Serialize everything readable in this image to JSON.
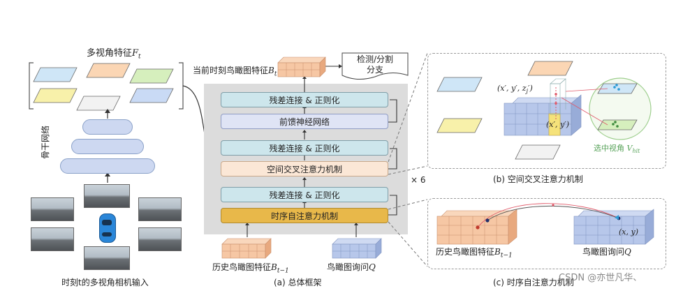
{
  "left": {
    "multiview_features_label": "多视角特征",
    "multiview_features_symbol": "F",
    "multiview_features_sub": "t",
    "backbone_label": "骨干网络",
    "camera_input_caption": "时刻t的多视角相机输入"
  },
  "center": {
    "current_bev_label": "当前时刻鸟瞰图特征",
    "current_bev_symbol": "B",
    "current_bev_sub": "t",
    "head_label_line1": "检测/分割",
    "head_label_line2": "分支",
    "blocks": [
      "残差连接 & 正则化",
      "前馈神经网络",
      "残差连接 & 正则化",
      "空间交叉注意力机制",
      "残差连接 & 正则化",
      "时序自注意力机制"
    ],
    "repeat_label": "× 6",
    "history_bev_label": "历史鸟瞰图特征",
    "history_bev_symbol": "B",
    "history_bev_sub": "t−1",
    "bev_query_label": "鸟瞰图询问",
    "bev_query_symbol": "Q",
    "caption": "(a)  总体框架"
  },
  "panel_b": {
    "point_label": "(x′, y′, z",
    "point_label_sub": "j",
    "point_label_end": "′)",
    "pillar_label": "(x′, y′)",
    "selected_views_label": "选中视角",
    "selected_views_symbol": "V",
    "selected_views_sub": "hit",
    "caption": "(b) 空间交叉注意力机制"
  },
  "panel_c": {
    "history_bev_label": "历史鸟瞰图特征",
    "history_bev_symbol": "B",
    "history_bev_sub": "t−1",
    "bev_query_label": "鸟瞰图询问",
    "bev_query_symbol": "Q",
    "xy_label": "(x, y)",
    "caption": "(c) 时序自注意力机制"
  },
  "watermark": "CSDN @亦世凡华、",
  "colors": {
    "residual_block": "#cde6ec",
    "ffn_block": "#dfe4f5",
    "sca_block": "#fbe7d6",
    "tsa_block": "#e8b84a",
    "orange_grid": "#f6c7a4",
    "blue_grid": "#b7c7ea",
    "selected_green": "#58a35a",
    "query_red": "#e05a6a"
  }
}
